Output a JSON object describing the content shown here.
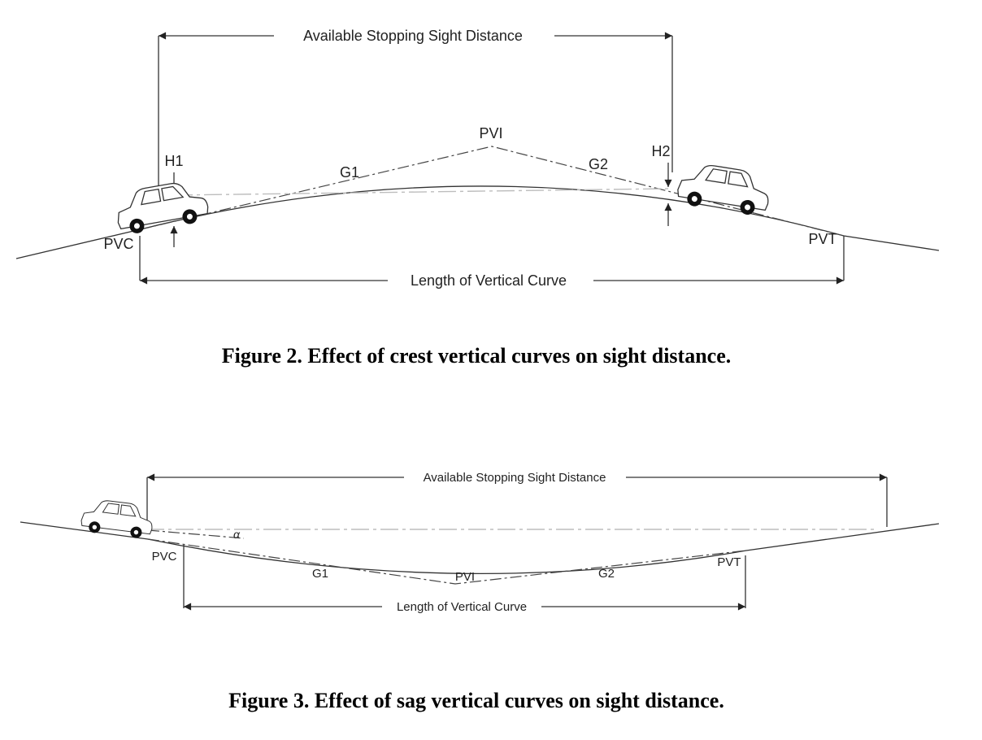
{
  "figure2": {
    "labels": {
      "sight_distance": "Available Stopping Sight Distance",
      "pvi": "PVI",
      "h1": "H1",
      "h2": "H2",
      "g1": "G1",
      "g2": "G2",
      "pvc": "PVC",
      "pvt": "PVT",
      "curve_length": "Length of Vertical Curve"
    },
    "caption": "Figure 2.  Effect of crest vertical curves on sight distance."
  },
  "figure3": {
    "labels": {
      "sight_distance": "Available Stopping Sight Distance",
      "alpha": "α",
      "pvc": "PVC",
      "g1": "G1",
      "pvi": "PVI",
      "g2": "G2",
      "pvt": "PVT",
      "curve_length": "Length of Vertical Curve"
    },
    "caption": "Figure 3.  Effect of sag vertical curves on sight distance."
  }
}
